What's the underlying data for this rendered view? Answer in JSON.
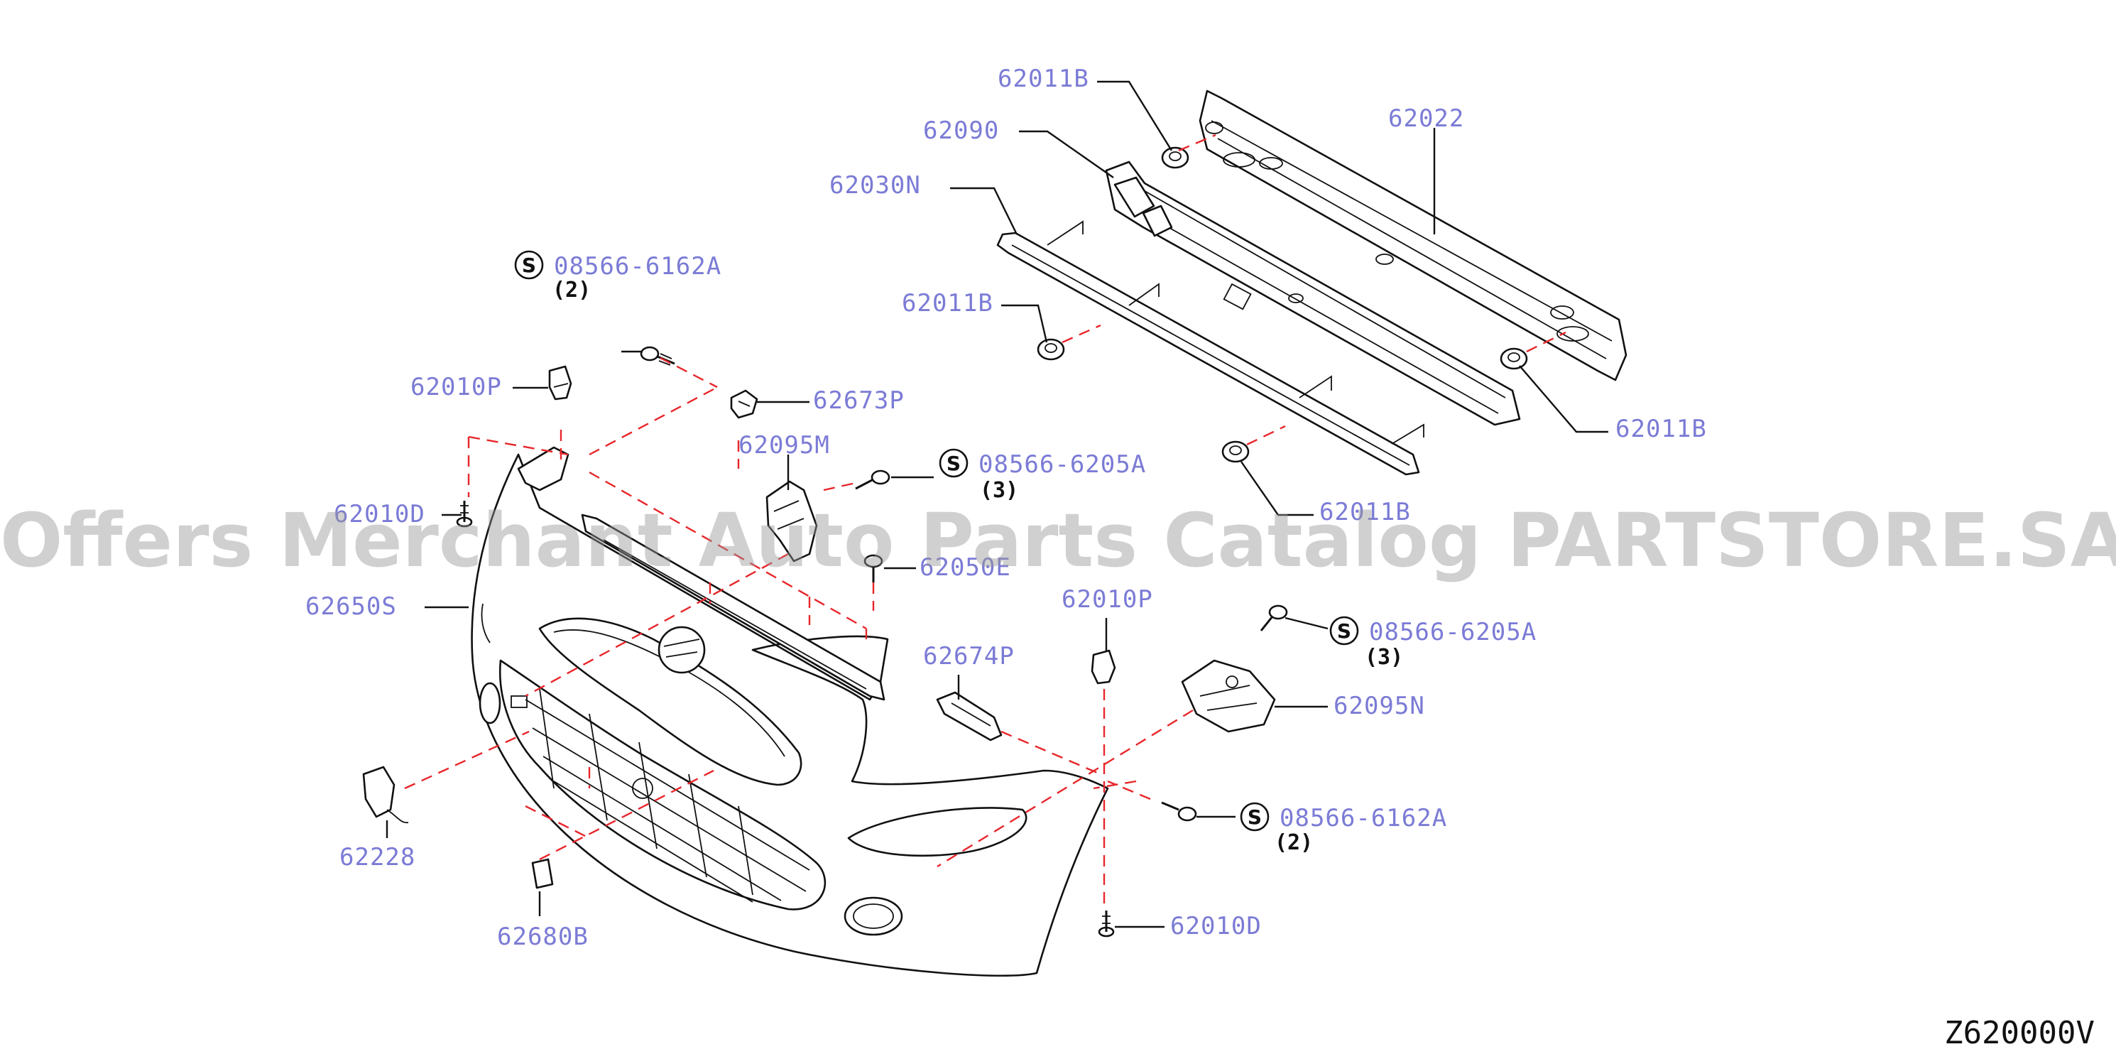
{
  "labels": {
    "p62011B_top": "62011B",
    "p62090": "62090",
    "p62030N": "62030N",
    "p62022": "62022",
    "p62011B_left": "62011B",
    "p62011B_right": "62011B",
    "p62011B_bottom": "62011B",
    "p62673P": "62673P",
    "p62010P_left": "62010P",
    "p62095M": "62095M",
    "p62010D_left": "62010D",
    "p62650S": "62650S",
    "p62050E": "62050E",
    "p62010P_right": "62010P",
    "p62674P": "62674P",
    "p62095N": "62095N",
    "p62228": "62228",
    "p62680B": "62680B",
    "p62010D_right": "62010D"
  },
  "callouts": {
    "bolt1": {
      "symbol": "S",
      "part": "08566-6162A",
      "qty": "(2)"
    },
    "bolt2": {
      "symbol": "S",
      "part": "08566-6205A",
      "qty": "(3)"
    },
    "bolt3": {
      "symbol": "S",
      "part": "08566-6205A",
      "qty": "(3)"
    },
    "bolt4": {
      "symbol": "S",
      "part": "08566-6162A",
      "qty": "(2)"
    }
  },
  "watermark": "Offers Merchant Auto Parts Catalog PARTSTORE.SA",
  "diagram_code": "Z620000V",
  "colors": {
    "label": "#7b7bd6",
    "line": "#111111",
    "dash": "#e8262b"
  }
}
